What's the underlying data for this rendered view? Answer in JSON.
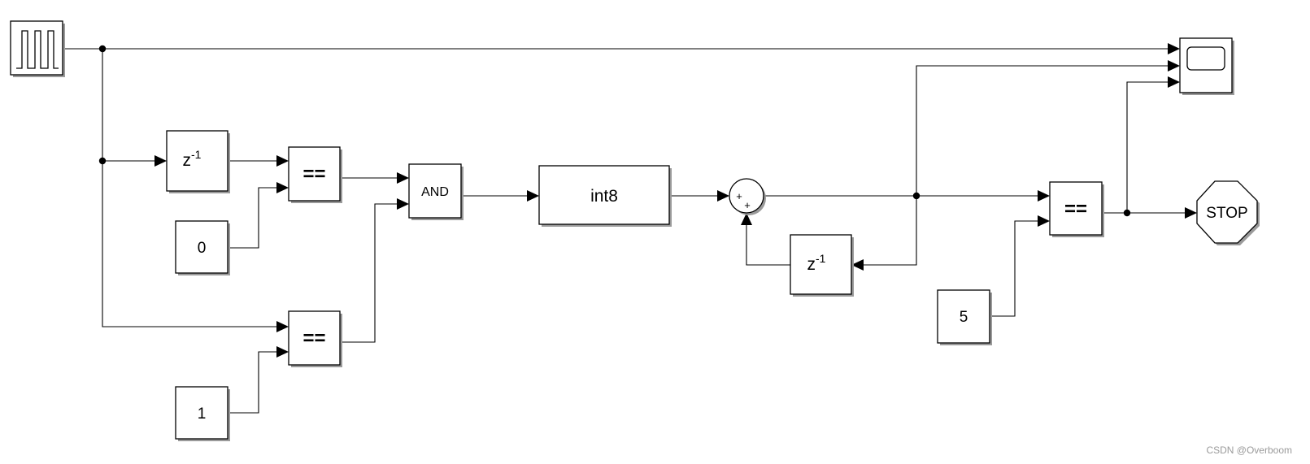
{
  "blocks": {
    "pulse_generator": {
      "icon": "pulse-wave-icon"
    },
    "unit_delay_1": {
      "base": "z",
      "exponent": "-1"
    },
    "compare_1": {
      "label": "=="
    },
    "constant_0": {
      "label": "0"
    },
    "compare_2": {
      "label": "=="
    },
    "constant_1": {
      "label": "1"
    },
    "and_gate": {
      "label": "AND"
    },
    "convert": {
      "label": "int8"
    },
    "sum": {
      "signs": [
        "+",
        "+"
      ]
    },
    "unit_delay_2": {
      "base": "z",
      "exponent": "-1"
    },
    "compare_3": {
      "label": "=="
    },
    "constant_5": {
      "label": "5"
    },
    "scope": {
      "icon": "scope-screen-icon"
    },
    "stop": {
      "label": "STOP"
    }
  },
  "watermark": "CSDN @Overboom"
}
